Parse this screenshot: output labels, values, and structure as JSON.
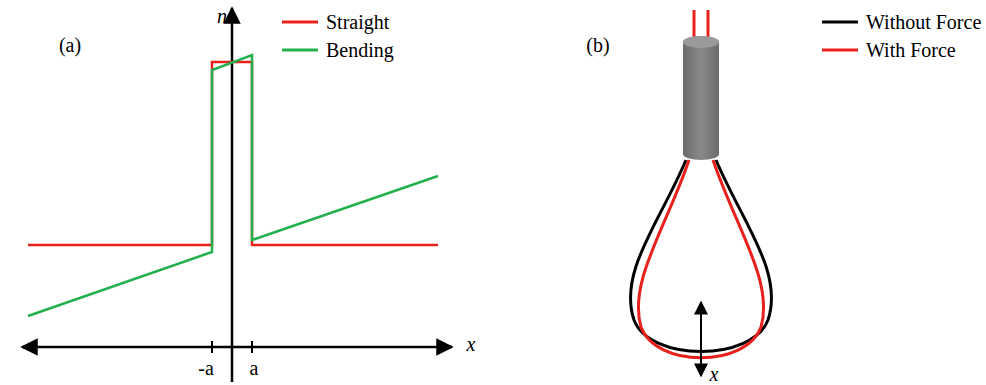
{
  "diagram": {
    "labels": [
      "(a)",
      "n",
      "x",
      "-a",
      "a",
      "(b)",
      "x"
    ],
    "legend": [
      {
        "text": "Straight"
      },
      {
        "text": "Bending"
      },
      {
        "text": "Without Force"
      },
      {
        "text": "With Force"
      }
    ]
  }
}
